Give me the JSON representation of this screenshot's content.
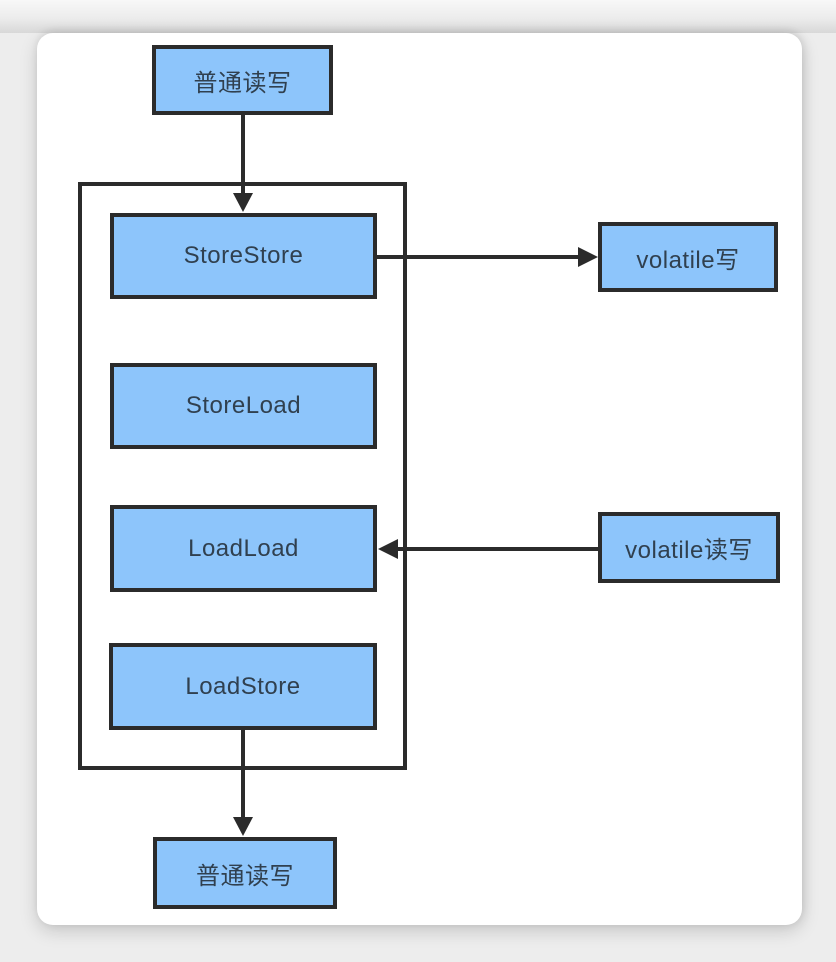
{
  "diagram": {
    "nodes": {
      "normal_rw_top": {
        "label": "普通读写"
      },
      "store_store": {
        "label": "StoreStore"
      },
      "store_load": {
        "label": "StoreLoad"
      },
      "load_load": {
        "label": "LoadLoad"
      },
      "load_store": {
        "label": "LoadStore"
      },
      "volatile_write": {
        "label": "volatile写"
      },
      "volatile_read_write": {
        "label": "volatile读写"
      },
      "normal_rw_bottom": {
        "label": "普通读写"
      }
    },
    "edges": [
      {
        "from": "normal_rw_top",
        "to": "store_store",
        "direction": "down"
      },
      {
        "from": "store_store",
        "to": "volatile_write",
        "direction": "right"
      },
      {
        "from": "volatile_read_write",
        "to": "load_load",
        "direction": "left"
      },
      {
        "from": "load_store",
        "to": "normal_rw_bottom",
        "direction": "down"
      }
    ],
    "colors": {
      "node_fill": "#8DC5FB",
      "node_border": "#2B2B2B",
      "node_text": "#30404F",
      "edge": "#2B2B2B",
      "card_bg": "#FFFFFF",
      "page_bg": "#EDEDED"
    }
  }
}
